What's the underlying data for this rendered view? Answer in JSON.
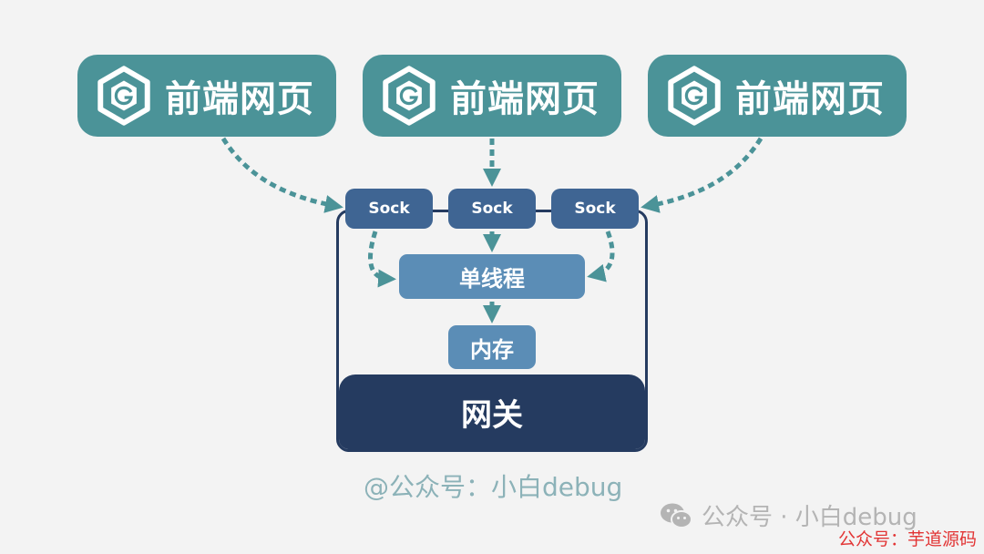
{
  "diagram": {
    "clients": [
      {
        "label": "前端网页"
      },
      {
        "label": "前端网页"
      },
      {
        "label": "前端网页"
      }
    ],
    "sockets": [
      {
        "label": "Sock"
      },
      {
        "label": "Sock"
      },
      {
        "label": "Sock"
      }
    ],
    "thread_label": "单线程",
    "memory_label": "内存",
    "gateway_label": "网关",
    "credit": "@公众号：小白debug"
  },
  "watermarks": {
    "channel": "公众号 · 小白debug",
    "source": "公众号：芋道源码"
  },
  "colors": {
    "client_bg": "#4b9398",
    "sock_bg": "#3f6593",
    "inner_box_bg": "#5b8db6",
    "gateway": "#253b60",
    "arrow": "#4b9398",
    "credit_text": "#8cb2b8",
    "source_text": "#e23434"
  },
  "icons": {
    "client_logo": "cube-g-logo-icon",
    "watermark_logo": "wechat-icon"
  }
}
